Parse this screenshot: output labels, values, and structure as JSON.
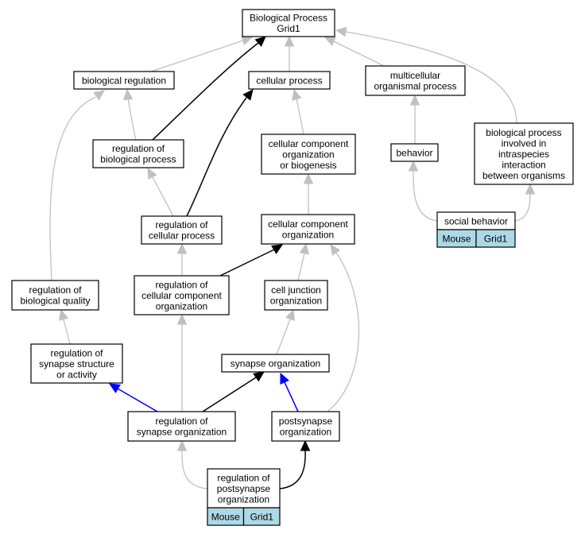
{
  "diagram": {
    "nodes": {
      "root": {
        "lines": [
          "Biological Process",
          "Grid1"
        ]
      },
      "biological_regulation": {
        "lines": [
          "biological regulation"
        ]
      },
      "cellular_process": {
        "lines": [
          "cellular process"
        ]
      },
      "multicellular_organismal_process": {
        "lines": [
          "multicellular",
          "organismal process"
        ]
      },
      "regulation_of_biological_process": {
        "lines": [
          "regulation of",
          "biological process"
        ]
      },
      "cellular_component_organization_or_biogenesis": {
        "lines": [
          "cellular component",
          "organization",
          "or biogenesis"
        ]
      },
      "behavior": {
        "lines": [
          "behavior"
        ]
      },
      "biological_process_involved_in_intraspecies_interaction": {
        "lines": [
          "biological process",
          "involved in",
          "intraspecies",
          "interaction",
          "between organisms"
        ]
      },
      "regulation_of_cellular_process": {
        "lines": [
          "regulation of",
          "cellular process"
        ]
      },
      "cellular_component_organization": {
        "lines": [
          "cellular component",
          "organization"
        ]
      },
      "social_behavior": {
        "lines": [
          "social behavior"
        ],
        "tags": [
          "Mouse",
          "Grid1"
        ]
      },
      "regulation_of_biological_quality": {
        "lines": [
          "regulation of",
          "biological quality"
        ]
      },
      "regulation_of_cellular_component_organization": {
        "lines": [
          "regulation of",
          "cellular component",
          "organization"
        ]
      },
      "cell_junction_organization": {
        "lines": [
          "cell junction",
          "organization"
        ]
      },
      "regulation_of_synapse_structure_or_activity": {
        "lines": [
          "regulation of",
          "synapse structure",
          "or activity"
        ]
      },
      "synapse_organization": {
        "lines": [
          "synapse organization"
        ]
      },
      "regulation_of_synapse_organization": {
        "lines": [
          "regulation of",
          "synapse organization"
        ]
      },
      "postsynapse_organization": {
        "lines": [
          "postsynapse",
          "organization"
        ]
      },
      "regulation_of_postsynapse_organization": {
        "lines": [
          "regulation of",
          "postsynapse",
          "organization"
        ],
        "tags": [
          "Mouse",
          "Grid1"
        ]
      }
    },
    "edges": [
      {
        "from": "biological_regulation",
        "to": "root",
        "style": "gray"
      },
      {
        "from": "cellular_process",
        "to": "root",
        "style": "gray"
      },
      {
        "from": "multicellular_organismal_process",
        "to": "root",
        "style": "gray"
      },
      {
        "from": "biological_process_involved_in_intraspecies_interaction",
        "to": "root",
        "style": "gray"
      },
      {
        "from": "regulation_of_biological_process",
        "to": "root",
        "style": "black"
      },
      {
        "from": "regulation_of_biological_process",
        "to": "biological_regulation",
        "style": "gray"
      },
      {
        "from": "regulation_of_biological_quality",
        "to": "biological_regulation",
        "style": "gray"
      },
      {
        "from": "cellular_component_organization_or_biogenesis",
        "to": "cellular_process",
        "style": "gray"
      },
      {
        "from": "regulation_of_cellular_process",
        "to": "cellular_process",
        "style": "black"
      },
      {
        "from": "behavior",
        "to": "multicellular_organismal_process",
        "style": "gray"
      },
      {
        "from": "regulation_of_cellular_process",
        "to": "regulation_of_biological_process",
        "style": "gray"
      },
      {
        "from": "cellular_component_organization",
        "to": "cellular_component_organization_or_biogenesis",
        "style": "gray"
      },
      {
        "from": "social_behavior",
        "to": "behavior",
        "style": "gray"
      },
      {
        "from": "social_behavior",
        "to": "biological_process_involved_in_intraspecies_interaction",
        "style": "gray"
      },
      {
        "from": "regulation_of_cellular_component_organization",
        "to": "regulation_of_cellular_process",
        "style": "gray"
      },
      {
        "from": "regulation_of_cellular_component_organization",
        "to": "cellular_component_organization",
        "style": "black"
      },
      {
        "from": "cell_junction_organization",
        "to": "cellular_component_organization",
        "style": "gray"
      },
      {
        "from": "postsynapse_organization",
        "to": "cellular_component_organization",
        "style": "gray"
      },
      {
        "from": "regulation_of_synapse_structure_or_activity",
        "to": "regulation_of_biological_quality",
        "style": "gray"
      },
      {
        "from": "synapse_organization",
        "to": "cell_junction_organization",
        "style": "gray"
      },
      {
        "from": "regulation_of_synapse_organization",
        "to": "regulation_of_synapse_structure_or_activity",
        "style": "blue"
      },
      {
        "from": "regulation_of_synapse_organization",
        "to": "regulation_of_cellular_component_organization",
        "style": "gray"
      },
      {
        "from": "regulation_of_synapse_organization",
        "to": "synapse_organization",
        "style": "black"
      },
      {
        "from": "postsynapse_organization",
        "to": "synapse_organization",
        "style": "blue"
      },
      {
        "from": "regulation_of_postsynapse_organization",
        "to": "regulation_of_synapse_organization",
        "style": "gray"
      },
      {
        "from": "regulation_of_postsynapse_organization",
        "to": "postsynapse_organization",
        "style": "black"
      }
    ],
    "colors": {
      "gray_edge": "#c0c0c0",
      "black_edge": "#000000",
      "blue_edge": "#0000ff",
      "tag_fill": "#add8e6",
      "node_fill": "#ffffff"
    }
  }
}
